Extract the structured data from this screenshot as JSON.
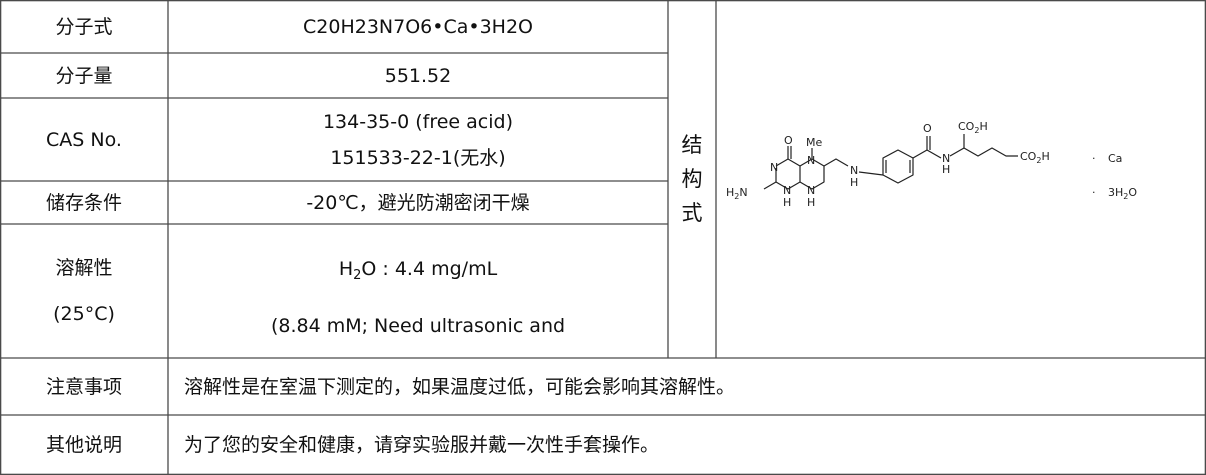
{
  "rows": {
    "formula": {
      "label": "分子式",
      "value": "C20H23N7O6•Ca•3H2O"
    },
    "weight": {
      "label": "分子量",
      "value": "551.52"
    },
    "cas": {
      "label": "CAS No.",
      "value_line1": "134-35-0 (free acid)",
      "value_line2": "151533-22-1(无水)"
    },
    "storage": {
      "label": "储存条件",
      "value": "-20℃，避光防潮密闭干燥"
    },
    "solubility": {
      "label_line1": "溶解性",
      "label_line2": "(25°C)",
      "h2o_main": "H",
      "h2o_sub": "2",
      "h2o_rest": "O : 4.4 mg/mL",
      "line2": "(8.84 mM; Need ultrasonic and"
    },
    "notes": {
      "label": "注意事项",
      "value": "溶解性是在室温下测定的，如果温度过低，可能会影响其溶解性。"
    },
    "other": {
      "label": "其他说明",
      "value": "为了您的安全和健康，请穿实验服并戴一次性手套操作。"
    }
  },
  "structure": {
    "label_chars": [
      "结",
      "构",
      "式"
    ],
    "atoms": {
      "o_top": "O",
      "me": "Me",
      "n5": "N",
      "n3": "N",
      "h2n": "H",
      "h2n_sub": "2",
      "h2n_n": "N",
      "n8h": "N",
      "n8h_h": "H",
      "n1h": "N",
      "n1h_h": "H",
      "nh_link": "N",
      "nh_link_h": "H",
      "o_amide": "O",
      "nh_amide": "N",
      "nh_amide_h": "H",
      "co2h_top": "CO",
      "co2h_top_sub": "2",
      "co2h_top_h": "H",
      "co2h_end": "CO",
      "co2h_end_sub": "2",
      "co2h_end_h": "H"
    },
    "salt": {
      "dot1": "·",
      "ca": "Ca",
      "dot2": "·",
      "water_h": "3H",
      "water_sub": "2",
      "water_o": "O"
    }
  }
}
